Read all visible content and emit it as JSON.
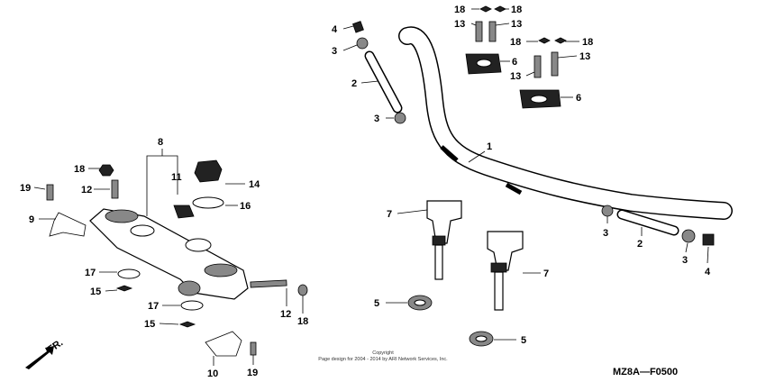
{
  "diagram_code": "MZ8A—F0500",
  "copyright_line1": "Copyright",
  "copyright_line2": "Page design for 2004 - 2014 by ARI Network Services, Inc.",
  "direction_label": "FR.",
  "callouts": {
    "c1": "1",
    "c2a": "2",
    "c2b": "2",
    "c3a": "3",
    "c3b": "3",
    "c3c": "3",
    "c3d": "3",
    "c4a": "4",
    "c4b": "4",
    "c5a": "5",
    "c5b": "5",
    "c6a": "6",
    "c6b": "6",
    "c7a": "7",
    "c7b": "7",
    "c8": "8",
    "c9": "9",
    "c10": "10",
    "c11": "11",
    "c12a": "12",
    "c12b": "12",
    "c13a": "13",
    "c13b": "13",
    "c13c": "13",
    "c13d": "13",
    "c14": "14",
    "c15a": "15",
    "c15b": "15",
    "c16": "16",
    "c17a": "17",
    "c17b": "17",
    "c18a": "18",
    "c18b": "18",
    "c18c": "18",
    "c18d": "18",
    "c18e": "18",
    "c18f": "18",
    "c19a": "19",
    "c19b": "19"
  }
}
